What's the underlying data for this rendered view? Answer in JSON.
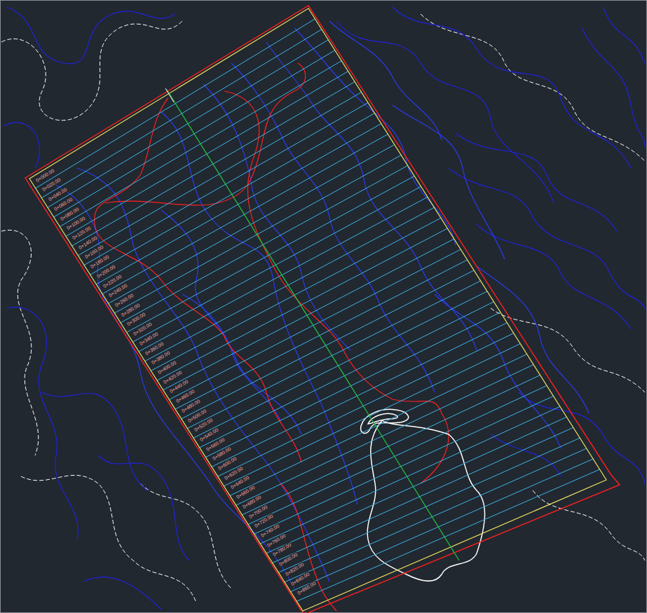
{
  "diagram": {
    "labels": [
      "0+000.00",
      "0+020.00",
      "0+040.00",
      "0+060.00",
      "0+080.00",
      "0+100.00",
      "0+120.00",
      "0+140.00",
      "0+160.00",
      "0+180.00",
      "0+200.00",
      "0+220.00",
      "0+240.00",
      "0+260.00",
      "0+280.00",
      "0+300.00",
      "0+320.00",
      "0+340.00",
      "0+360.00",
      "0+380.00",
      "0+400.00",
      "0+420.00",
      "0+440.00",
      "0+460.00",
      "0+480.00",
      "0+500.00",
      "0+520.00",
      "0+540.00",
      "0+560.00",
      "0+580.00",
      "0+600.00",
      "0+620.00",
      "0+640.00",
      "0+660.00",
      "0+680.00",
      "0+700.00",
      "0+720.00",
      "0+740.00",
      "0+760.00",
      "0+780.00",
      "0+800.00",
      "0+820.00",
      "0+840.00",
      "0+860.00"
    ]
  }
}
